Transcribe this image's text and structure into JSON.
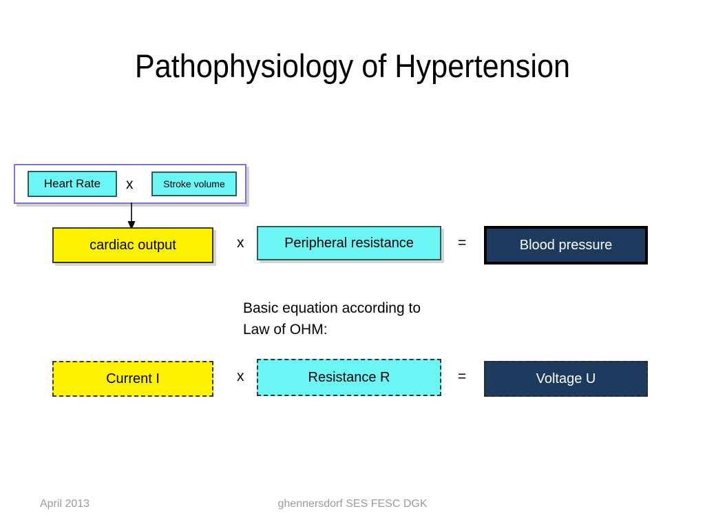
{
  "slide": {
    "title": "Pathophysiology of Hypertension"
  },
  "diagram": {
    "cardiac_output_group": {
      "heart_rate_label": "Heart Rate",
      "multiply_symbol": "x",
      "stroke_volume_label": "Stroke volume"
    },
    "equation_physiology": {
      "term1_label": "cardiac output",
      "multiply_symbol": "x",
      "term2_label": "Peripheral resistance",
      "equals_symbol": "=",
      "result_label": "Blood pressure"
    },
    "note": {
      "line1": "Basic equation according to",
      "line2": "Law of OHM:"
    },
    "equation_ohm": {
      "term1_label": "Current I",
      "multiply_symbol": "x",
      "term2_label": "Resistance R",
      "equals_symbol": "=",
      "result_label": "Voltage U"
    }
  },
  "footer": {
    "date": "April 2013",
    "attribution": "ghennersdorf SES FESC DGK"
  },
  "colors": {
    "cyan_fill": "#6CF5F5",
    "yellow_fill": "#FFF200",
    "navy_fill": "#1E3A5F",
    "group_border": "#7B74D6",
    "footer_text": "#9A9A9A"
  }
}
